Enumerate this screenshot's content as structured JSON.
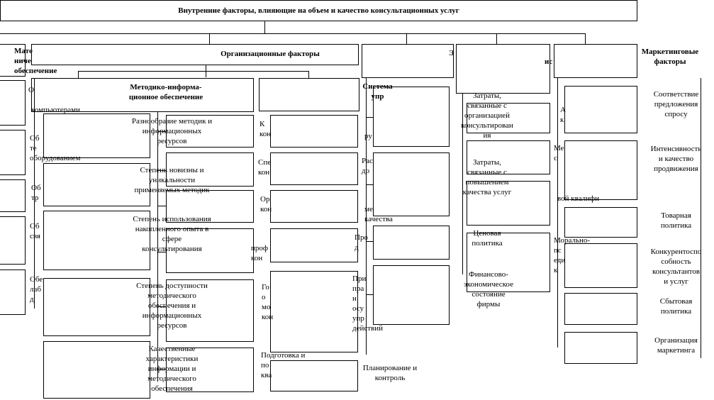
{
  "title": "Внутренние факторы, влияющие на объем и качество консультационных услуг",
  "categories": {
    "material": "Мате\nниче\nобеспечение",
    "organizational": "Организационные факторы",
    "economic_fragment": "Э",
    "economic_fragment2": "ис",
    "marketing": "Маркетинговые\nфакторы"
  },
  "methodical": {
    "title": "Методико-информа-\nционное обеспечение",
    "items": [
      "Разнообразие методик и\nинформационных\nресурсов",
      "Степень новизны и\nуникальности\nприменяемых методик",
      "Степень использования\nнакопленного опыта в\nсфере\nконсультирования",
      "Степень доступности\nметодического\nобеспечения и\nинформационных\nресурсов",
      "Качественные\nхарактеристики\nинформации и\nметодического\nобеспечения"
    ]
  },
  "material_fragments": [
    "О",
    "Об\nте\nоборудованием",
    "Об\nтр",
    "Об\nсвя",
    "Обе\nлаб\nд"
  ],
  "material_fragments_extra": [
    "компьютерами"
  ],
  "org_fragments": [
    "К\nкон",
    "Спе\nкон",
    "Ор\nкон",
    "проф\nкон",
    "Го\nо\nмо\nкон",
    "Подготовка и\nпо\nква"
  ],
  "management": {
    "title": "Система\nупр",
    "items": [
      "ру",
      "Рас\nдо",
      "ме\nкачества",
      "Про\nд",
      "При\nпра\nн\nосу\nупр\nдействий",
      "Планирование и\nконтроль"
    ]
  },
  "economic": {
    "items": [
      "Затраты,\nсвязанные с\nорганизацией\nконсультирован\nия",
      "Затраты,\nсвязанные с\nповышением\nкачества услуг",
      "Ценовая\nполитика",
      "Финансово-\nэкономическое\nсостояние\nфирмы"
    ]
  },
  "right_fragments": [
    "А\nк",
    "Ме\nс",
    "вой квалифи",
    "Морально-\nпс\nеди\nк"
  ],
  "marketing": {
    "items": [
      "Соответствие\nпредложения\nспросу",
      "Интенсивность\nи качество\nпродвижения",
      "Товарная\nполитика",
      "Конкурентоспо\nсобность\nконсультантов\nи услуг",
      "Сбытовая\nполитика",
      "Организация\nмаркетинга"
    ]
  }
}
